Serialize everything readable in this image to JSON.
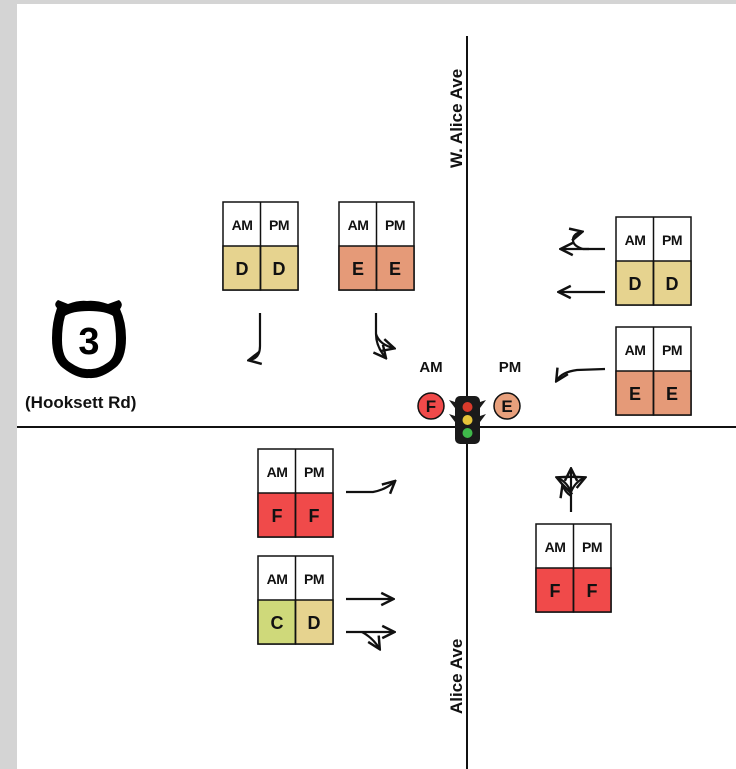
{
  "roads": {
    "north_name": "W. Alice Ave",
    "south_name": "Alice Ave",
    "route_number": "3",
    "route_name": "(Hooksett Rd)"
  },
  "signal": {
    "am_label": "AM",
    "pm_label": "PM",
    "am_grade": "F",
    "pm_grade": "E",
    "am_color": "#f04a4a",
    "pm_color": "#e8a07c"
  },
  "grade_colors": {
    "C": "#cfd97a",
    "D": "#e6d38f",
    "E": "#e59a78",
    "F": "#f04a4a"
  },
  "approaches": [
    {
      "id": "southbound-left",
      "am_label": "AM",
      "pm_label": "PM",
      "am": "D",
      "pm": "D",
      "icon": "left-turn-arrow-icon"
    },
    {
      "id": "southbound-through-right",
      "am_label": "AM",
      "pm_label": "PM",
      "am": "E",
      "pm": "E",
      "icon": "through-right-arrow-icon"
    },
    {
      "id": "westbound-left-uturn",
      "am_label": "AM",
      "pm_label": "PM",
      "am": "D",
      "pm": "D",
      "icon": "uturn-left-arrow-icon"
    },
    {
      "id": "westbound-right",
      "am_label": "AM",
      "pm_label": "PM",
      "am": "E",
      "pm": "E",
      "icon": "right-turn-arrow-icon"
    },
    {
      "id": "eastbound-left",
      "am_label": "AM",
      "pm_label": "PM",
      "am": "F",
      "pm": "F",
      "icon": "left-turn-arrow-icon"
    },
    {
      "id": "eastbound-through-right",
      "am_label": "AM",
      "pm_label": "PM",
      "am": "C",
      "pm": "D",
      "icon": "through-right-arrow-icon"
    },
    {
      "id": "northbound-all",
      "am_label": "AM",
      "pm_label": "PM",
      "am": "F",
      "pm": "F",
      "icon": "all-movements-arrow-icon"
    }
  ]
}
